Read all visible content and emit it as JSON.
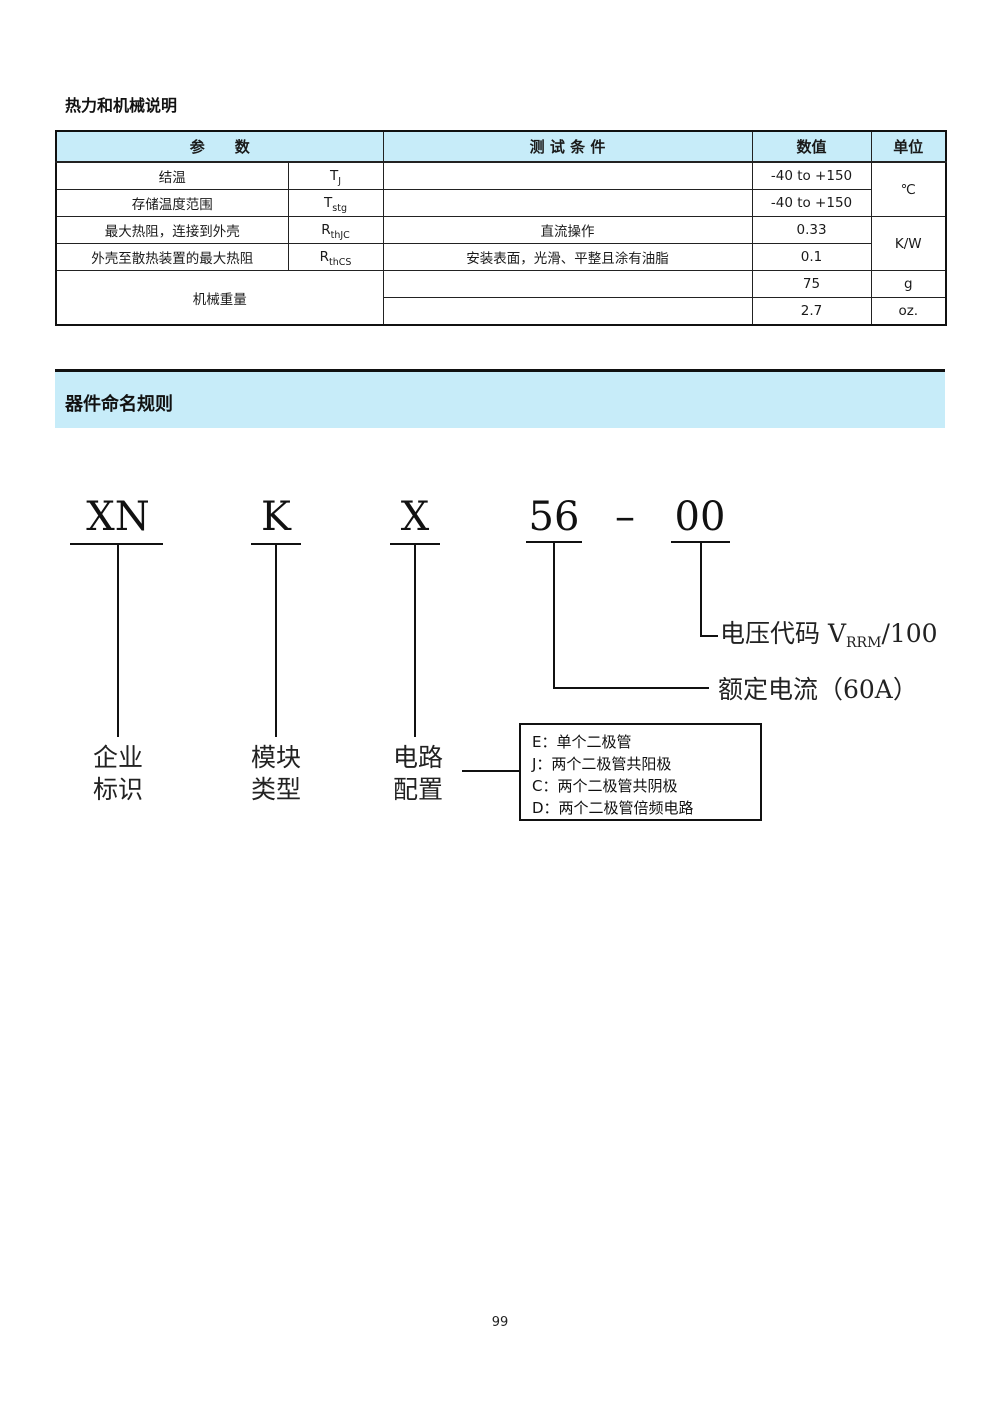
{
  "section1": {
    "title": "热力和机械说明",
    "headers": {
      "param": "参　　数",
      "cond": "测 试 条 件",
      "value": "数值",
      "unit": "单位"
    },
    "rows": [
      {
        "name": "结温",
        "sym": "T",
        "sub": "J",
        "cond": "",
        "value": "-40 to +150"
      },
      {
        "name": "存储温度范围",
        "sym": "T",
        "sub": "stg",
        "cond": "",
        "value": "-40 to +150"
      },
      {
        "name": "最大热阻，连接到外壳",
        "sym": "R",
        "sub": "thJC",
        "cond": "直流操作",
        "value": "0.33"
      },
      {
        "name": "外壳至散热装置的最大热阻",
        "sym": "R",
        "sub": "thCS",
        "cond": "安装表面，光滑、平整且涂有油脂",
        "value": "0.1"
      }
    ],
    "temp_unit": "℃",
    "kw_unit": "K/W",
    "weight": {
      "name": "机械重量",
      "v1": "75",
      "u1": "g",
      "v2": "2.7",
      "u2": "oz."
    }
  },
  "section2": {
    "title": "器件命名规则",
    "codes": {
      "c1": "XN",
      "c2": "K",
      "c3": "X",
      "c4": "56",
      "dash": "–",
      "c5": "00"
    },
    "labels": {
      "l1": "企业\n标识",
      "l2": "模块\n类型",
      "l3": "电路\n配置"
    },
    "voltage_note": {
      "prefix": "电压代码 V",
      "sub": "RRM",
      "suffix": "/100"
    },
    "current_note": "额定电流（60A）",
    "legend": [
      "E：单个二极管",
      "J：两个二极管共阳极",
      "C：两个二极管共阴极",
      "D：两个二极管倍频电路"
    ]
  },
  "page_number": "99"
}
